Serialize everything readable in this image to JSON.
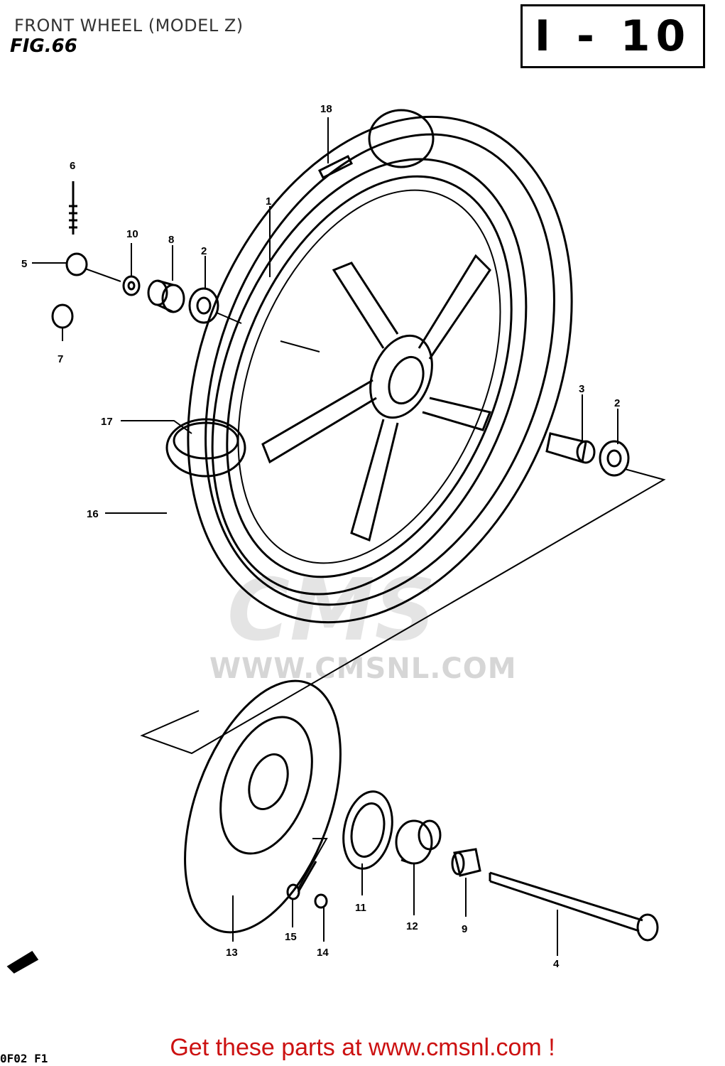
{
  "header": {
    "title": "FRONT WHEEL (MODEL Z)",
    "fig": "FIG.66",
    "sheet": "I - 10"
  },
  "watermark": {
    "logo": "CMS",
    "url": "WWW.CMSNL.COM"
  },
  "callouts": {
    "c1": "1",
    "c2a": "2",
    "c2b": "2",
    "c3": "3",
    "c4": "4",
    "c5": "5",
    "c6": "6",
    "c7": "7",
    "c8": "8",
    "c9": "9",
    "c10": "10",
    "c11": "11",
    "c12": "12",
    "c13": "13",
    "c14": "14",
    "c15": "15",
    "c16": "16",
    "c17": "17",
    "c18": "18"
  },
  "footer": {
    "code": "0F02 F1",
    "cta": "Get these parts at www.cmsnl.com !"
  }
}
